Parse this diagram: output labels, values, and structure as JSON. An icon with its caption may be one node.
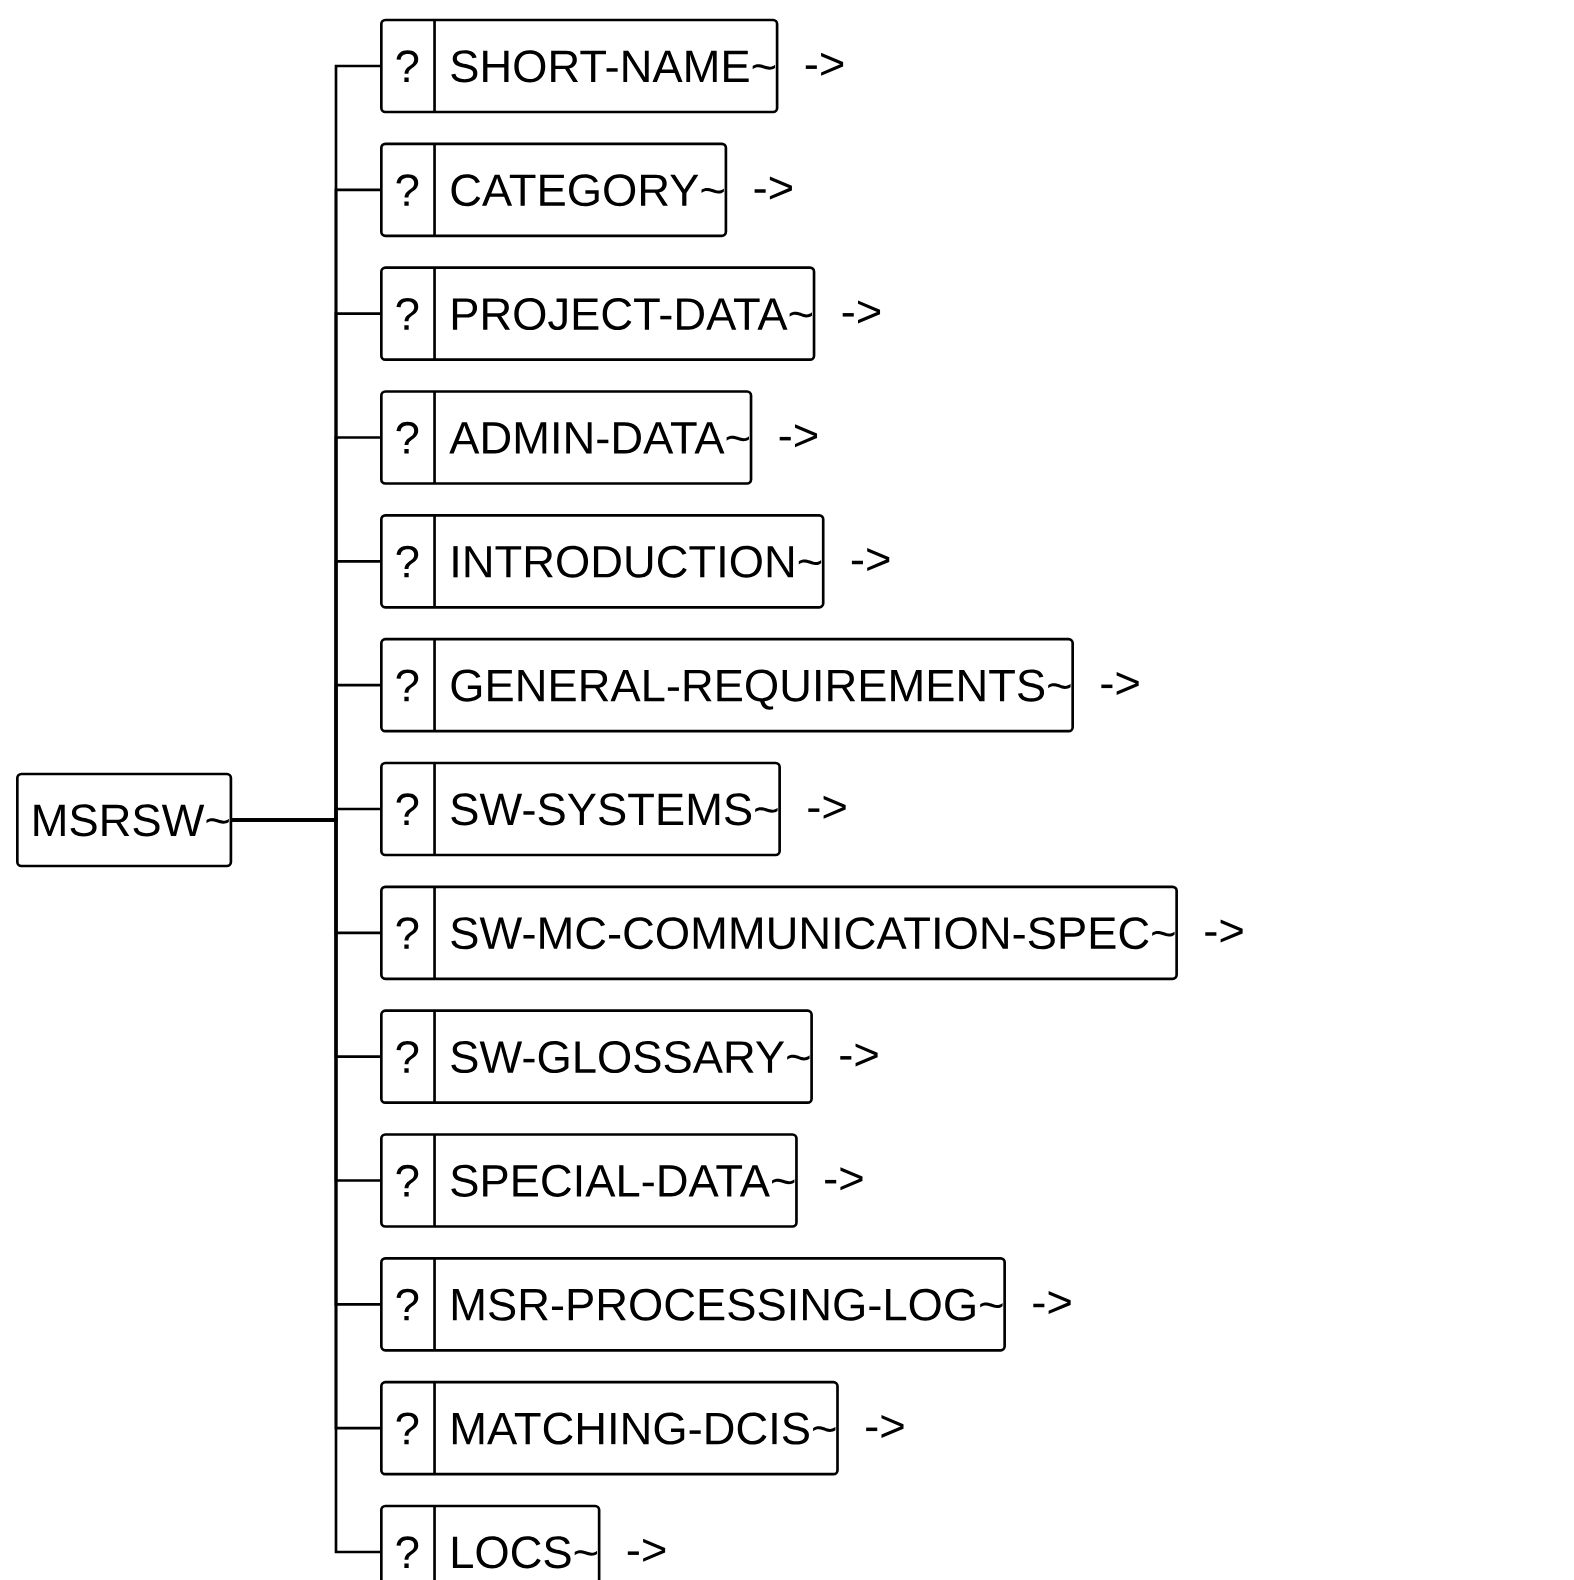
{
  "diagram": {
    "nodes": [
      {
        "text": [
          "MSRSW~"
        ]
      },
      {
        "text": [
          "?",
          "SHORT-NAME~"
        ],
        "beside": [
          "->"
        ]
      },
      {
        "text": [
          "?",
          "CATEGORY~"
        ],
        "beside": [
          "->"
        ]
      },
      {
        "text": [
          "?",
          "PROJECT-DATA~"
        ],
        "beside": [
          "->"
        ]
      },
      {
        "text": [
          "?",
          "ADMIN-DATA~"
        ],
        "beside": [
          "->"
        ]
      },
      {
        "text": [
          "?",
          "INTRODUCTION~"
        ],
        "beside": [
          "->"
        ]
      },
      {
        "text": [
          "?",
          "GENERAL-REQUIREMENTS~"
        ],
        "beside": [
          "->"
        ]
      },
      {
        "text": [
          "?",
          "SW-SYSTEMS~"
        ],
        "beside": [
          "->"
        ]
      },
      {
        "text": [
          "?",
          "SW-MC-COMMUNICATION-SPEC~"
        ],
        "beside": [
          "->"
        ]
      },
      {
        "text": [
          "?",
          "SW-GLOSSARY~"
        ],
        "beside": [
          "->"
        ]
      },
      {
        "text": [
          "?",
          "SPECIAL-DATA~"
        ],
        "beside": [
          "->"
        ]
      },
      {
        "text": [
          "?",
          "MSR-PROCESSING-LOG~"
        ],
        "beside": [
          "->"
        ]
      },
      {
        "text": [
          "?",
          "MATCHING-DCIS~"
        ],
        "beside": [
          "->"
        ]
      },
      {
        "text": [
          "?",
          "LOCS~"
        ],
        "beside": [
          "->"
        ]
      }
    ],
    "edges": [
      {
        "from": 0,
        "to": 1,
        "arrow": "none"
      },
      {
        "from": 0,
        "to": 2,
        "arrow": "none"
      },
      {
        "from": 0,
        "to": 3,
        "arrow": "none"
      },
      {
        "from": 0,
        "to": 4,
        "arrow": "none"
      },
      {
        "from": 0,
        "to": 5,
        "arrow": "none"
      },
      {
        "from": 0,
        "to": 6,
        "arrow": "none"
      },
      {
        "from": 0,
        "to": 7,
        "arrow": "none"
      },
      {
        "from": 0,
        "to": 8,
        "arrow": "none"
      },
      {
        "from": 0,
        "to": 9,
        "arrow": "none"
      },
      {
        "from": 0,
        "to": 10,
        "arrow": "none"
      },
      {
        "from": 0,
        "to": 11,
        "arrow": "none"
      },
      {
        "from": 0,
        "to": 12,
        "arrow": "none"
      },
      {
        "from": 0,
        "to": 13,
        "arrow": "none"
      }
    ]
  }
}
